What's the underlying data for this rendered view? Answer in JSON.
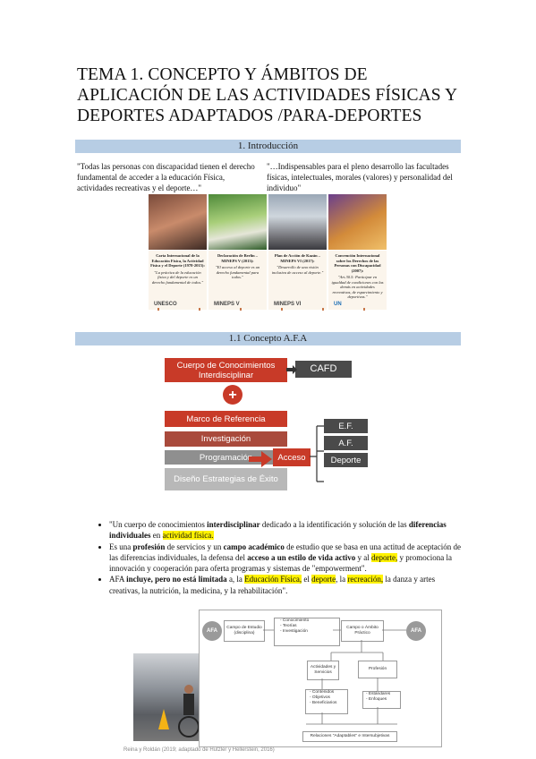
{
  "title": "TEMA 1. CONCEPTO Y ÁMBITOS DE APLICACIÓN DE LAS ACTIVIDADES FÍSICAS Y DEPORTES ADAPTADOS /PARA-DEPORTES",
  "section1": "1. Introducción",
  "quote_left": "\"Todas las personas con discapacidad tienen el derecho fundamental de acceder a la educación Física, actividades recreativas y el deporte…\"",
  "quote_right": "\"…Indispensables para el pleno desarrollo las facultades físicas, intelectuales, morales (valores) y personalidad del individuo\"",
  "timeline": [
    {
      "title": "Carta Internacional de la Educación Física, la Actividad Física y el Deporte (1978-2015):",
      "desc": "\"La práctica de la educación física y del deporte es un derecho fundamental de todos.\"",
      "logo": "UNESCO"
    },
    {
      "title": "Declaración de Berlín – MINEPS V (2013):",
      "desc": "\"El acceso al deporte es un derecho fundamental para todos.\"",
      "logo": "MINEPS V"
    },
    {
      "title": "Plan de Acción de Kazán – MINEPS VI (2017):",
      "desc": "\"Desarrollo de una visión inclusiva de acceso al deporte.\"",
      "logo": "MINEPS VI"
    },
    {
      "title": "Convención Internacional sobre los Derechos de las Personas con Discapacidad (2007):",
      "desc": "\"Art.30.5: Participar en igualdad de condiciones con las demás en actividades recreativas, de esparcimiento y deportivas.\"",
      "logo": "UN"
    }
  ],
  "section2": "1.1 Concepto A.F.A",
  "diagram": {
    "body": "Cuerpo de Conocimientos Interdisciplinar",
    "cafd": "CAFD",
    "plus": "+",
    "marco": "Marco de Referencia",
    "investigacion": "Investigación",
    "programacion": "Programación",
    "diseno": "Diseño Estrategias de Éxito",
    "acceso": "Acceso",
    "ef": "E.F.",
    "af": "A.F.",
    "deporte": "Deporte"
  },
  "bullets": {
    "b1_a": "\"Un cuerpo de conocimientos ",
    "b1_b": "interdisciplinar",
    "b1_c": " dedicado a la identificación y solución de las ",
    "b1_d": "diferencias individuales",
    "b1_e": " en ",
    "b1_f": "actividad física.",
    "b2_a": "Es una ",
    "b2_b": "profesión",
    "b2_c": " de servicios y un ",
    "b2_d": "campo académico",
    "b2_e": " de estudio que se basa en una actitud de aceptación de las diferencias individuales, la defensa del ",
    "b2_f": "acceso a un estilo de vida activo",
    "b2_g": " y al ",
    "b2_h": "deporte,",
    "b2_i": " y promociona la innovación y cooperación para oferta programas y sistemas de \"empowerment\".",
    "b3_a": "AFA ",
    "b3_b": "incluye, pero no está limitada",
    "b3_c": " a, la ",
    "b3_d": "Educación Física,",
    "b3_e": " el ",
    "b3_f": "deporte",
    "b3_g": ", la ",
    "b3_h": "recreación,",
    "b3_i": " la danza y artes creativas, la nutrición, la medicina, y la rehabilitación\"."
  },
  "scheme": {
    "afa": "AFA",
    "campo_estudio": "Campo de Estudio (disciplina)",
    "conocimientos": "- Conocimiento\n- Teorías\n- Investigación",
    "campo_ambito": "Campo o Ámbito Práctico",
    "actividades": "Actividades y Servicios",
    "profesion": "Profesión",
    "contenidos": "- Contenidos\n- Objetivos\n- Beneficiarios",
    "estandares": "- Estándares\n- Enfoques",
    "relaciones": "Relaciones \"Adaptables\" e Intersubjetivas"
  },
  "caption": "Reina y Roldán (2019; adaptado de Hutzler y Hellerstein, 2016)",
  "colors": {
    "band": "#b7cde4",
    "red": "#c83a28",
    "highlight": "#fff200"
  }
}
